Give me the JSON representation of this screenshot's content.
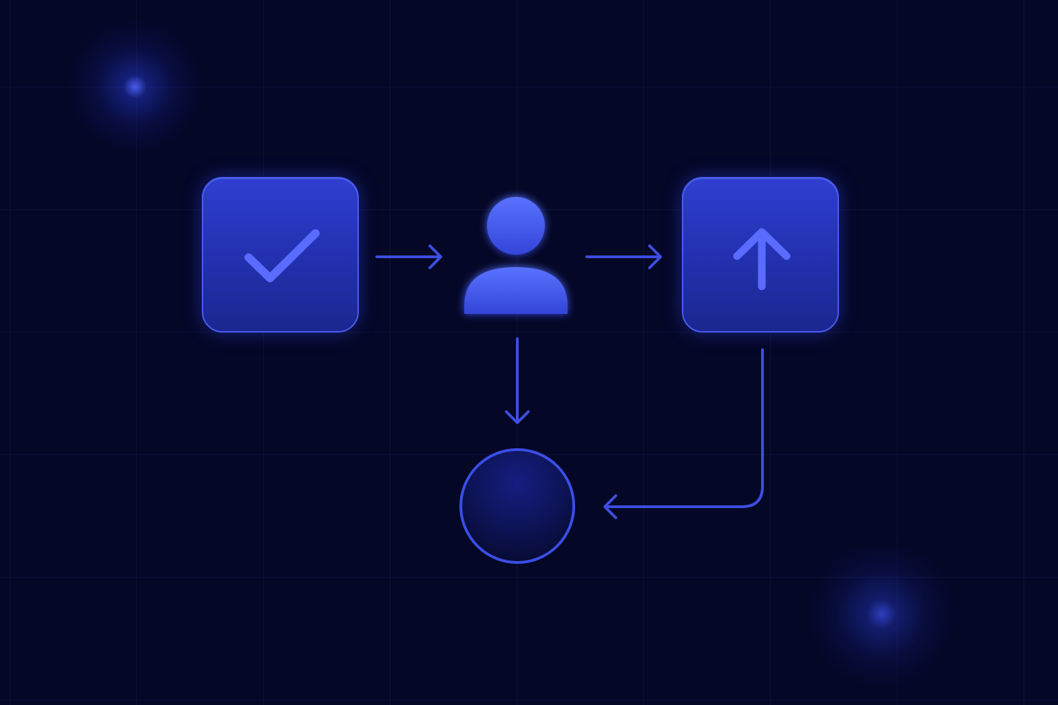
{
  "diagram": {
    "nodes": [
      {
        "id": "approve",
        "icon": "checkmark-icon",
        "shape": "rounded-square"
      },
      {
        "id": "user",
        "icon": "user-icon",
        "shape": "person"
      },
      {
        "id": "upload",
        "icon": "arrow-up-icon",
        "shape": "rounded-square"
      },
      {
        "id": "target",
        "icon": "empty-circle",
        "shape": "circle"
      }
    ],
    "edges": [
      {
        "from": "approve",
        "to": "user"
      },
      {
        "from": "user",
        "to": "upload"
      },
      {
        "from": "user",
        "to": "target"
      },
      {
        "from": "upload",
        "to": "target"
      }
    ]
  },
  "colors": {
    "background": "#040726",
    "accent": "#4a5cf0",
    "icon": "#5a6cff",
    "tile": "#2432b4"
  }
}
